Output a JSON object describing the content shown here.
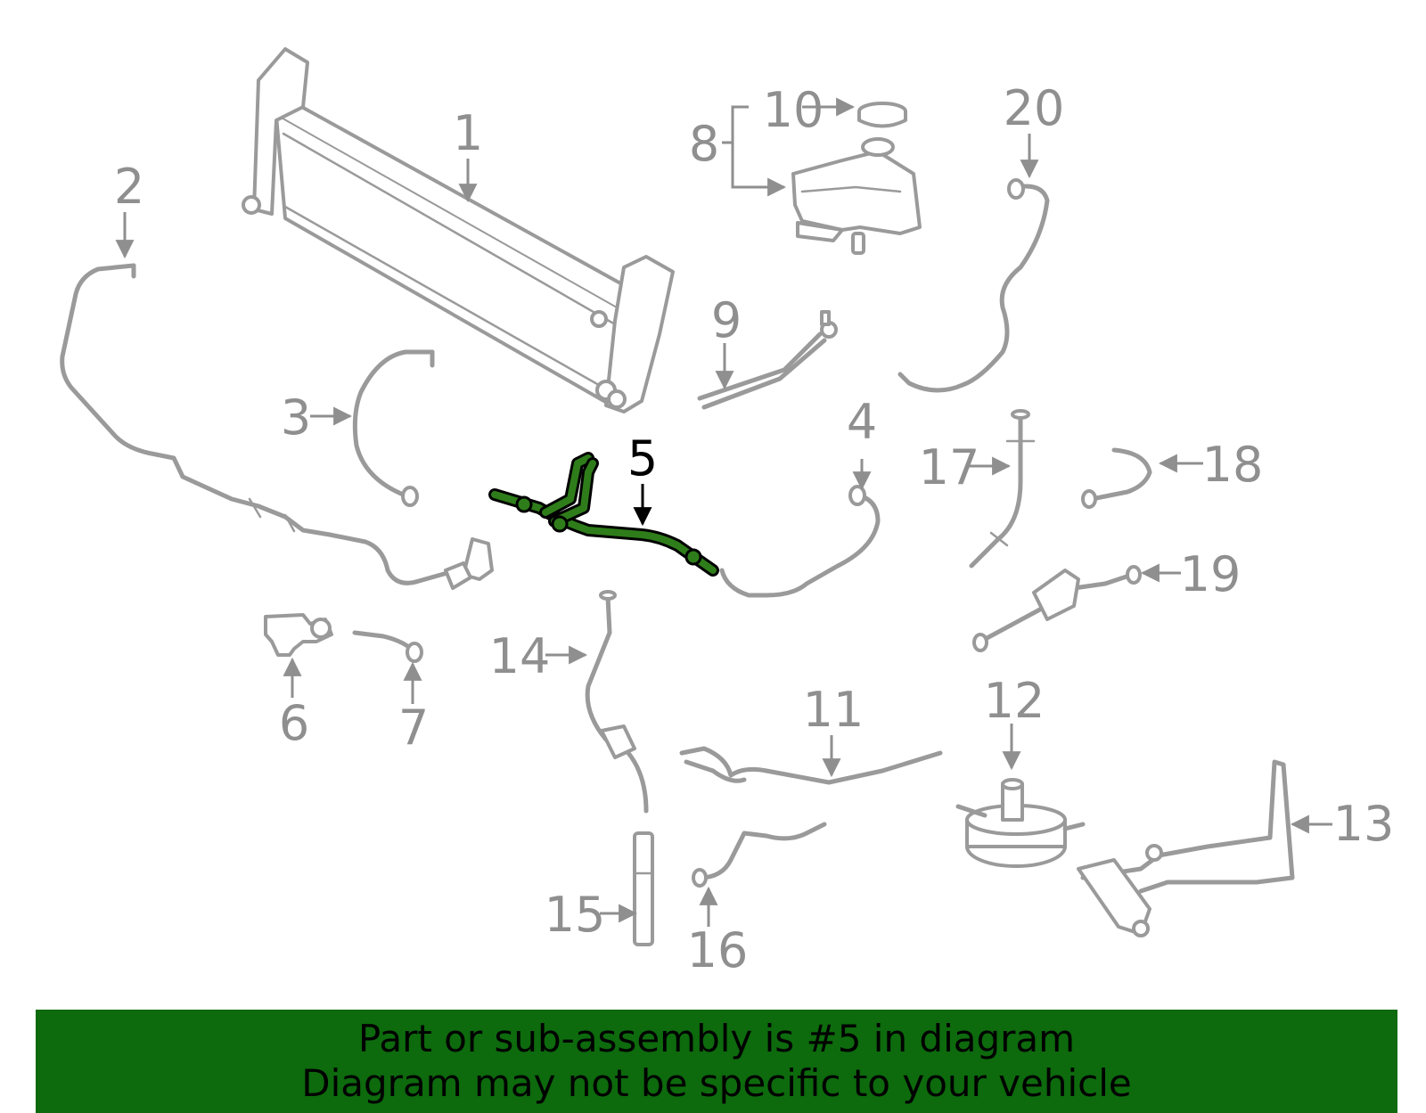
{
  "diagram": {
    "highlight_color": "#2e7d1a",
    "part_color": "#9a9a9a",
    "callouts": [
      {
        "id": "1",
        "label": "1"
      },
      {
        "id": "2",
        "label": "2"
      },
      {
        "id": "3",
        "label": "3"
      },
      {
        "id": "4",
        "label": "4"
      },
      {
        "id": "5",
        "label": "5",
        "highlighted": true
      },
      {
        "id": "6",
        "label": "6"
      },
      {
        "id": "7",
        "label": "7"
      },
      {
        "id": "8",
        "label": "8"
      },
      {
        "id": "9",
        "label": "9"
      },
      {
        "id": "10",
        "label": "10"
      },
      {
        "id": "11",
        "label": "11"
      },
      {
        "id": "12",
        "label": "12"
      },
      {
        "id": "13",
        "label": "13"
      },
      {
        "id": "14",
        "label": "14"
      },
      {
        "id": "15",
        "label": "15"
      },
      {
        "id": "16",
        "label": "16"
      },
      {
        "id": "17",
        "label": "17"
      },
      {
        "id": "18",
        "label": "18"
      },
      {
        "id": "19",
        "label": "19"
      },
      {
        "id": "20",
        "label": "20"
      }
    ]
  },
  "footer": {
    "background": "#0d6a0d",
    "line1": "Part or sub-assembly is #5 in diagram",
    "line2": "Diagram may not be specific to your vehicle"
  }
}
